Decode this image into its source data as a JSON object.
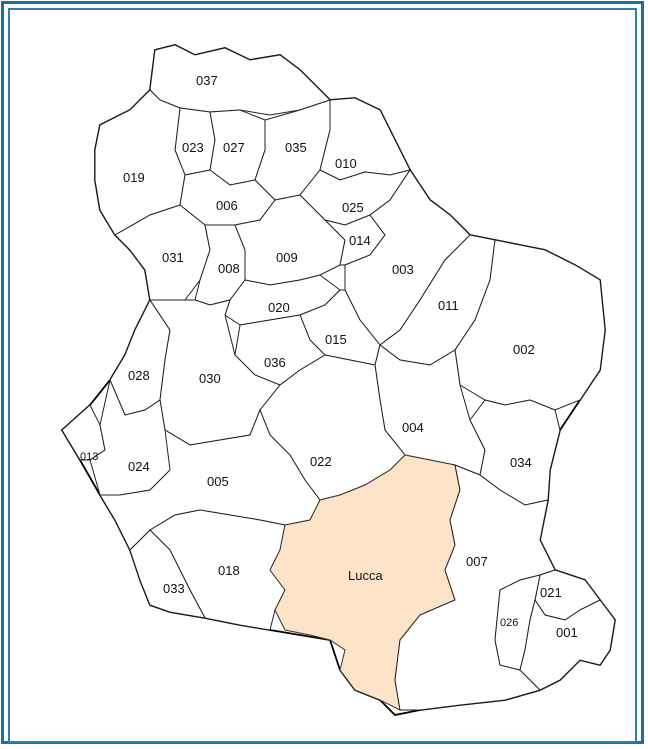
{
  "map": {
    "highlight_color": "#fde4c9",
    "frame_color": "#2b7fb1",
    "regions": [
      {
        "code": "037"
      },
      {
        "code": "023"
      },
      {
        "code": "027"
      },
      {
        "code": "035"
      },
      {
        "code": "010"
      },
      {
        "code": "019"
      },
      {
        "code": "006"
      },
      {
        "code": "025"
      },
      {
        "code": "031"
      },
      {
        "code": "008"
      },
      {
        "code": "009"
      },
      {
        "code": "014"
      },
      {
        "code": "003"
      },
      {
        "code": "011"
      },
      {
        "code": "002"
      },
      {
        "code": "020"
      },
      {
        "code": "015"
      },
      {
        "code": "036"
      },
      {
        "code": "028"
      },
      {
        "code": "030"
      },
      {
        "code": "004"
      },
      {
        "code": "013"
      },
      {
        "code": "024"
      },
      {
        "code": "022"
      },
      {
        "code": "034"
      },
      {
        "code": "005"
      },
      {
        "code": "018"
      },
      {
        "code": "033"
      },
      {
        "code": "Lucca",
        "highlighted": true
      },
      {
        "code": "007"
      },
      {
        "code": "021"
      },
      {
        "code": "026"
      },
      {
        "code": "001"
      }
    ]
  }
}
